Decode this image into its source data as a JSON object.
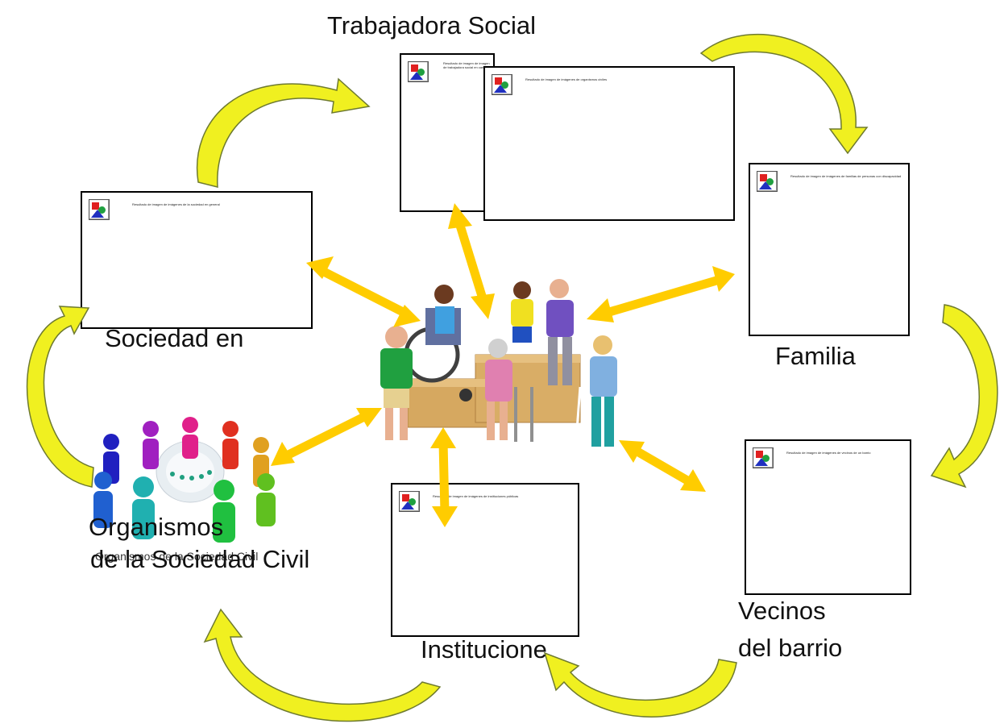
{
  "labels": {
    "trabajadora": "Trabajadora Social",
    "sociedad": "Sociedad en",
    "familia": "Familia",
    "organismos_line1": "Organismos",
    "organismos_line2": "de la Sociedad Civil",
    "organismos_caption": "Organismos de la Sociedad Civil",
    "instituciones": "Institucione",
    "vecinos_line1": "Vecinos",
    "vecinos_line2": "del barrio"
  },
  "image_alts": {
    "trabajadora": "Resultado de imagen de imagen de trabajadora social en caricatura",
    "organizaciones": "Resultado de imagen de imágenes de organismos civiles",
    "sociedad": "Resultado de imagen de imágenes de la sociedad en general",
    "familia": "Resultado de imagen de imágenes de familias de personas con discapacidad",
    "vecinos": "Resultado de imagen de imágenes de vecinos de un barrio",
    "instituciones": "Resultado de imagen de imágenes de instituciones públicas"
  },
  "colors": {
    "arrow_fill": "#ffcc00",
    "curved_arrow_fill": "#f0f020",
    "curved_arrow_stroke": "#6e7a30"
  }
}
